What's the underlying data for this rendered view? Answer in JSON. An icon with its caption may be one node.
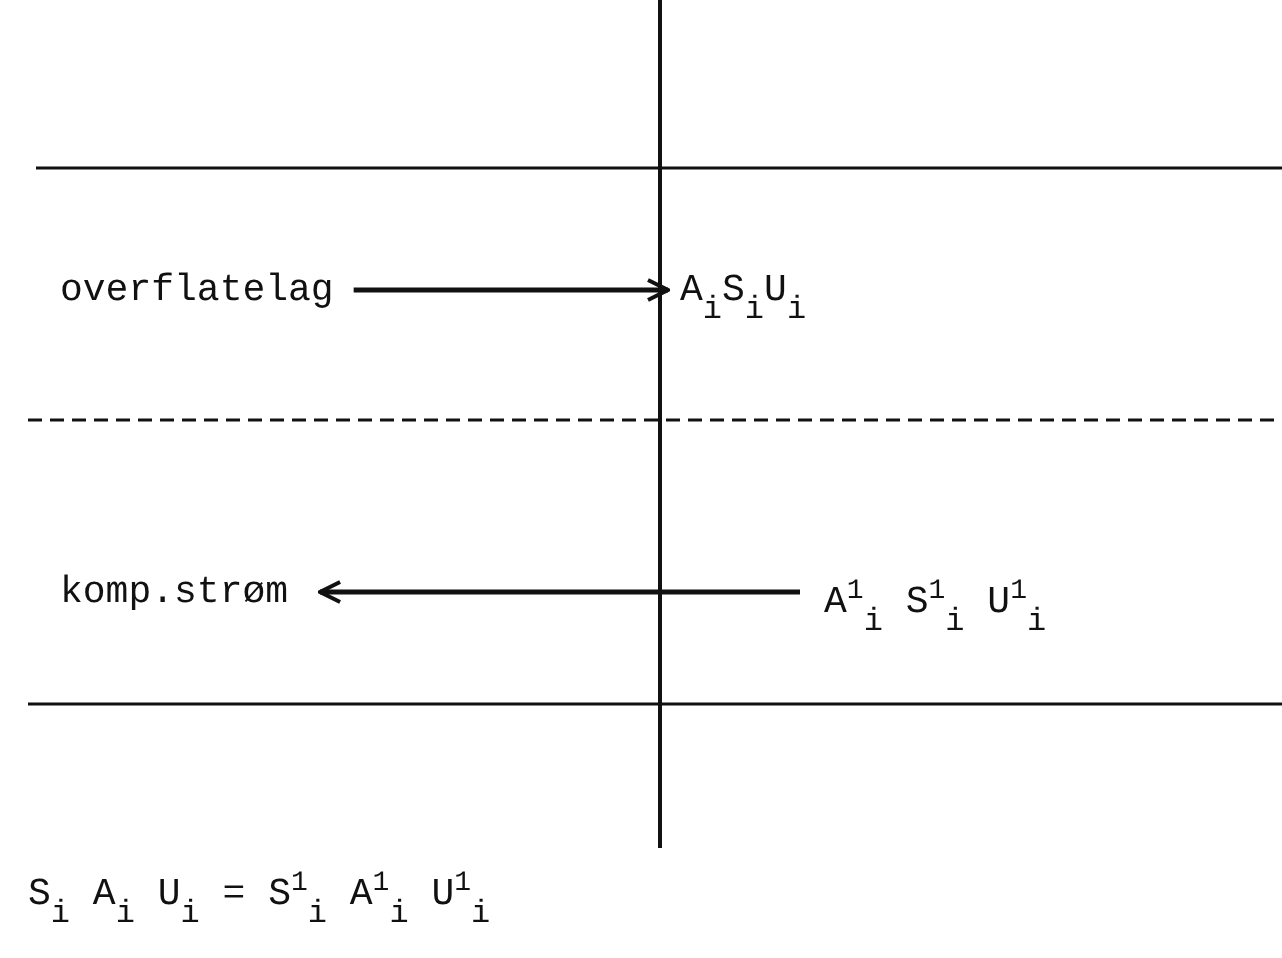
{
  "diagram": {
    "nodes": [
      {
        "text": [
          "overflatelag"
        ]
      },
      {
        "text": [
          "A$_{i}$S$_{i}$U$_{i}$"
        ]
      },
      {
        "text": [
          "komp.strøm"
        ]
      },
      {
        "text": [
          "A$^{1}$$_{i}$ S$^{1}$$_{i}$ U$^{1}$$_{i}$"
        ]
      }
    ],
    "edges": [
      {
        "from": 0,
        "to": 1,
        "arrow": "to"
      },
      {
        "from": 3,
        "to": 2,
        "arrow": "to"
      }
    ],
    "labels": [
      "S$_{i}$ A$_{i}$ U$_{i}$ = S$^{1}$$_{i}$ A$^{1}$$_{i}$ U$^{1}$$_{i}$"
    ]
  }
}
